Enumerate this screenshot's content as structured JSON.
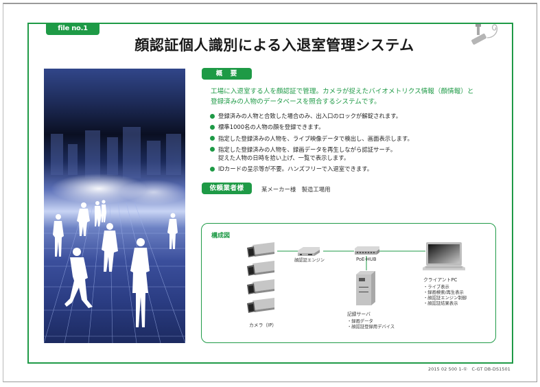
{
  "header": {
    "file_tab": "file no.1",
    "title": "顔認証個人識別による入退室管理システム"
  },
  "overview": {
    "label": "概　要",
    "lead": [
      "工場に入退室する人を顔認証で管理。カメラが捉えたバイオメトリクス情報（顔情報）と",
      "登録済みの人物のデータベースを照合するシステムです。"
    ],
    "bullets": [
      "登録済みの人物と合致した場合のみ、出入口のロックが解錠されます。",
      "標準1000名の人物の顔を登録できます。",
      "指定した登録済みの人物を、ライブ映像データで検出し、画面表示します。",
      "指定した登録済みの人物を、録画データを再生しながら認証サーチ。",
      "捉えた人物の日時を拾い上げ、一覧で表示します。",
      "IDカードの呈示等が不要。ハンズフリーで入退室できます。"
    ]
  },
  "client": {
    "label": "依頼業者様",
    "value": "某メーカー様　製造工場用"
  },
  "diagram": {
    "title": "構成図",
    "camera_label": "カメラ（IP）",
    "engine_label": "顔認証エンジン",
    "hub_label": "PoE-HUB",
    "server_label": "記録サーバ",
    "server_items": [
      "・録画データ",
      "・顔認証登録用デバイス"
    ],
    "pc_label": "クライアントPC",
    "pc_items": [
      "・ライブ表示",
      "・録画検索/再生表示",
      "・顔認証エンジン制御",
      "・顔認証結果表示"
    ]
  },
  "footer": {
    "code": "2015 02 500 1-①　C-GT DB-DS1501"
  },
  "colors": {
    "accent": "#1e9a46",
    "photo_blue": "#2a3c82"
  }
}
